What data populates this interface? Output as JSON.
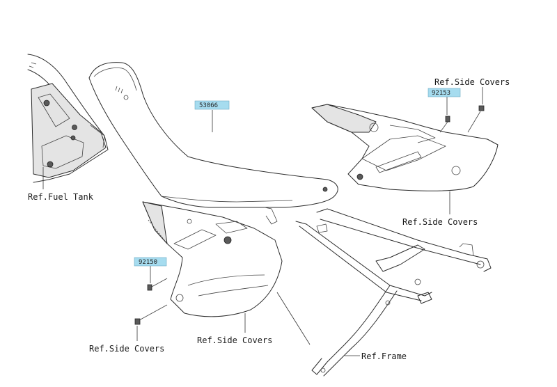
{
  "parts": {
    "seat": "53066",
    "bolt_right": "92153",
    "bolt_left": "92150"
  },
  "references": {
    "fuel_tank": "Ref.Fuel Tank",
    "side_covers_top_right": "Ref.Side Covers",
    "side_covers_right": "Ref.Side Covers",
    "side_covers_center": "Ref.Side Covers",
    "side_covers_bottom_left": "Ref.Side Covers",
    "frame": "Ref.Frame"
  },
  "colors": {
    "line": "#2b2b2b",
    "part_number_highlight": "#a6dcef"
  }
}
